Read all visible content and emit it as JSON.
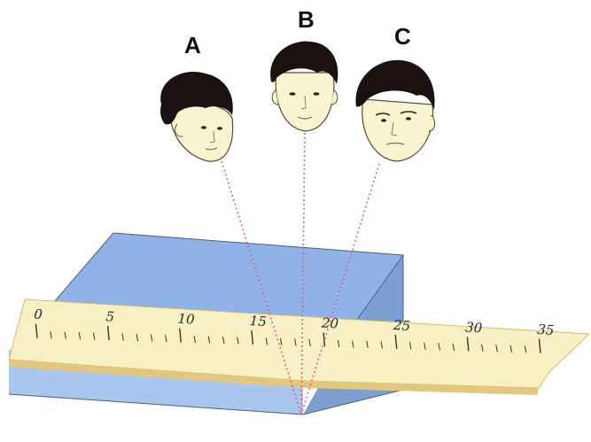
{
  "viewers": [
    {
      "id": "A",
      "label": "A"
    },
    {
      "id": "B",
      "label": "B"
    },
    {
      "id": "C",
      "label": "C"
    }
  ],
  "ruler": {
    "labels": [
      "0",
      "5",
      "10",
      "15",
      "20",
      "25",
      "30",
      "35"
    ],
    "minor_per_major": 5
  },
  "colors": {
    "block_top": "#8fb3e6",
    "block_front": "#a9c7ee",
    "block_side": "#7b9fd0",
    "ruler_face": "#f7f0c4",
    "ruler_edge": "#e2c77f",
    "sight_line": "#e0608a",
    "hair": "#1a1110",
    "skin": "#f8f4cf"
  }
}
